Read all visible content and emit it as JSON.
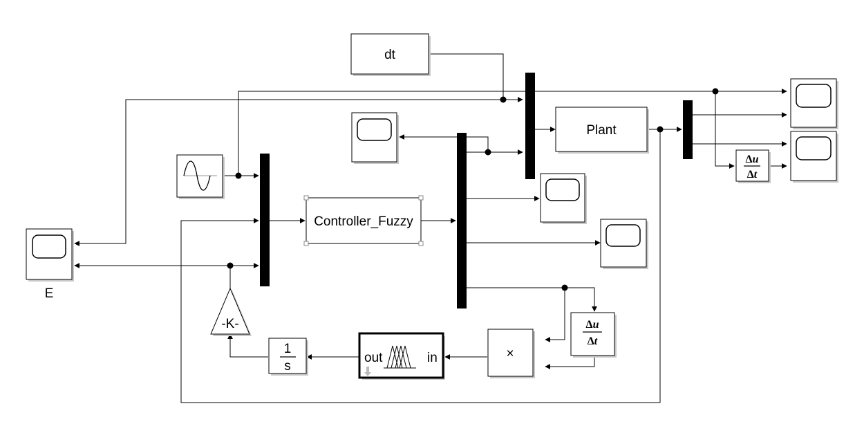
{
  "blocks": {
    "dt": "dt",
    "plant": "Plant",
    "controller": "Controller_Fuzzy",
    "gain": "-K-",
    "integrator_num": "1",
    "integrator_den": "s",
    "product": "×",
    "fuzzy_out": "out",
    "fuzzy_in": "in",
    "scope_e_label": "E",
    "derivative_num_delta": "Δ",
    "derivative_num_var": "u",
    "derivative_den_delta": "Δ",
    "derivative_den_var": "t"
  }
}
